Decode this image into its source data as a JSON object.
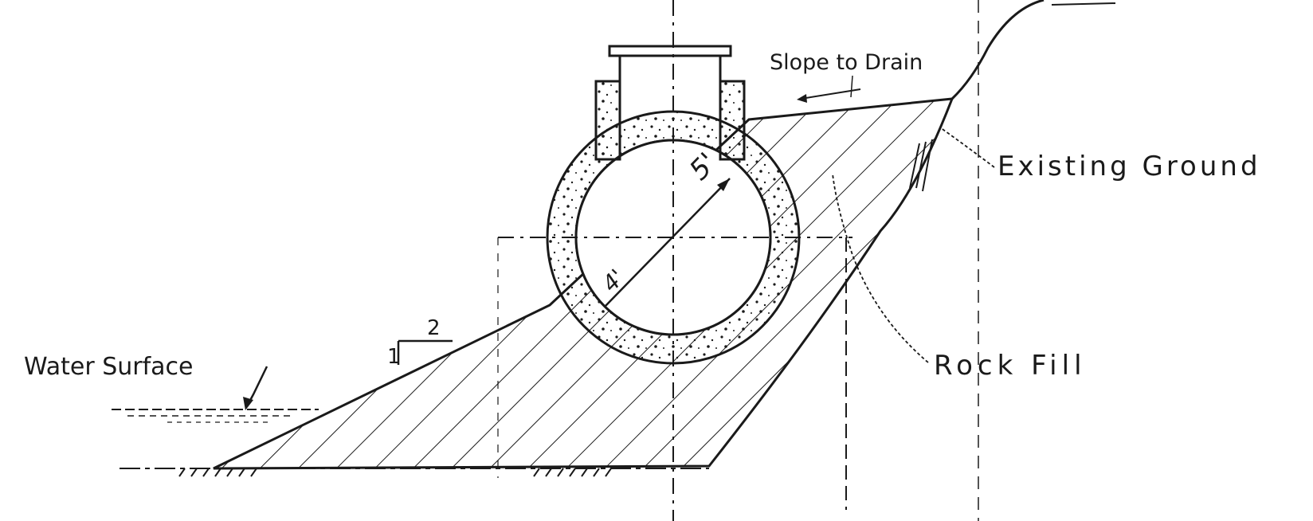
{
  "labels": {
    "slope_to_drain": "Slope to Drain",
    "existing_ground": "Existing Ground",
    "rock_fill": "Rock Fill",
    "water_surface": "Water Surface"
  },
  "dimensions": {
    "outer_radius": "5'",
    "inner_radius": "4'",
    "slope_rise": "1",
    "slope_run": "2"
  },
  "colors": {
    "ink": "#1a1a1a",
    "paper": "#ffffff"
  }
}
